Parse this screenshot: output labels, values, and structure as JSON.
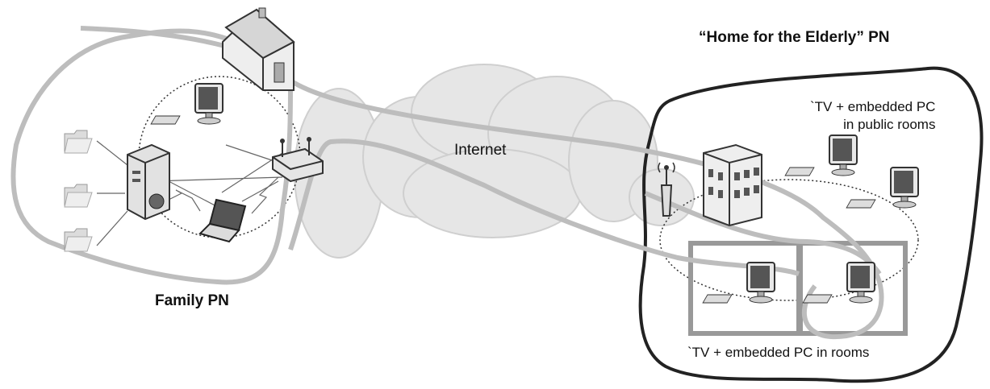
{
  "labels": {
    "elderly_pn": "“Home for the Elderly” PN",
    "family_pn": "Family PN",
    "internet": "Internet",
    "public_rooms_line1": "`TV + embedded PC",
    "public_rooms_line2": "in public rooms",
    "rooms": "`TV + embedded PC in rooms"
  },
  "colors": {
    "path": "#bdbdbd",
    "outline": "#222222",
    "cloud": "#e6e6e6",
    "cloud_stroke": "#c8c8c8",
    "device": "#9a9a9a"
  },
  "icons": [
    "house-icon",
    "monitor-icon",
    "router-icon",
    "server-icon",
    "laptop-icon",
    "folder-icon",
    "building-icon",
    "antenna-icon",
    "cloud-icon"
  ]
}
